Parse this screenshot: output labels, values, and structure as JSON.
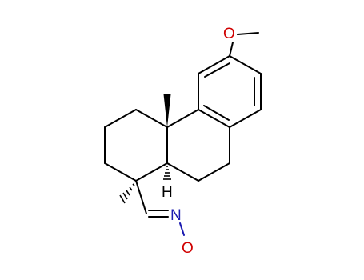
{
  "structure": {
    "atoms": {
      "oxygen_methoxy": {
        "symbol": "O",
        "color": "#d00000"
      },
      "hydrogen_ring_junction": {
        "symbol": "H",
        "color": "#000000"
      },
      "nitrogen": {
        "symbol": "N",
        "color": "#1a1ab0"
      },
      "oxygen_nitroso": {
        "symbol": "O",
        "color": "#d00000"
      }
    }
  }
}
